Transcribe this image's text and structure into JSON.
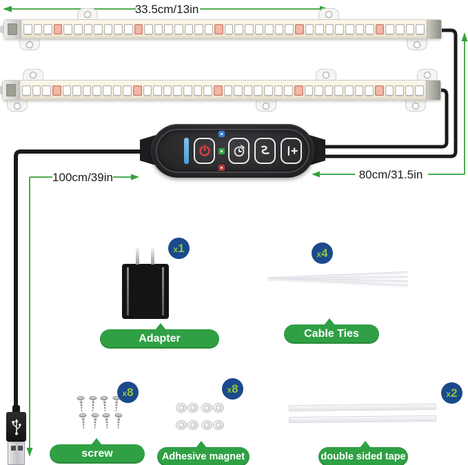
{
  "colors": {
    "dimension_green": "#35a13a",
    "label_green": "#2fa044",
    "badge_blue": "#1b4a8c",
    "badge_text_green": "#8dc63f",
    "cable_black": "#1a1a1a",
    "led_red": "#cd5f48",
    "indicator_blue": "#3a7fd5",
    "indicator_green": "#3aa54a",
    "indicator_red": "#c23434",
    "power_icon_red": "#d24040"
  },
  "annotations": {
    "bar_length": "33.5cm/13in",
    "usb_cable_length": "100cm/39in",
    "strip_cable_length": "80cm/31.5in"
  },
  "light_bars": {
    "count": 2,
    "leds_per_bar": 40,
    "red_led_every": 8
  },
  "controller": {
    "buttons": [
      "power",
      "timer",
      "cycle",
      "brightness"
    ],
    "indicator_colors": [
      "#3a7fd5",
      "#3aa54a",
      "#c23434"
    ]
  },
  "accessories": [
    {
      "id": "adapter",
      "label": "Adapter",
      "qty": "x1",
      "count": 1
    },
    {
      "id": "cable-ties",
      "label": "Cable Ties",
      "qty": "x4",
      "count": 4
    },
    {
      "id": "screw",
      "label": "screw",
      "qty": "x8",
      "count": 8
    },
    {
      "id": "adhesive-magnet",
      "label": "Adhesive magnet",
      "qty": "x8",
      "count": 8
    },
    {
      "id": "double-sided-tape",
      "label": "double sided tape",
      "qty": "x2",
      "count": 2
    }
  ]
}
